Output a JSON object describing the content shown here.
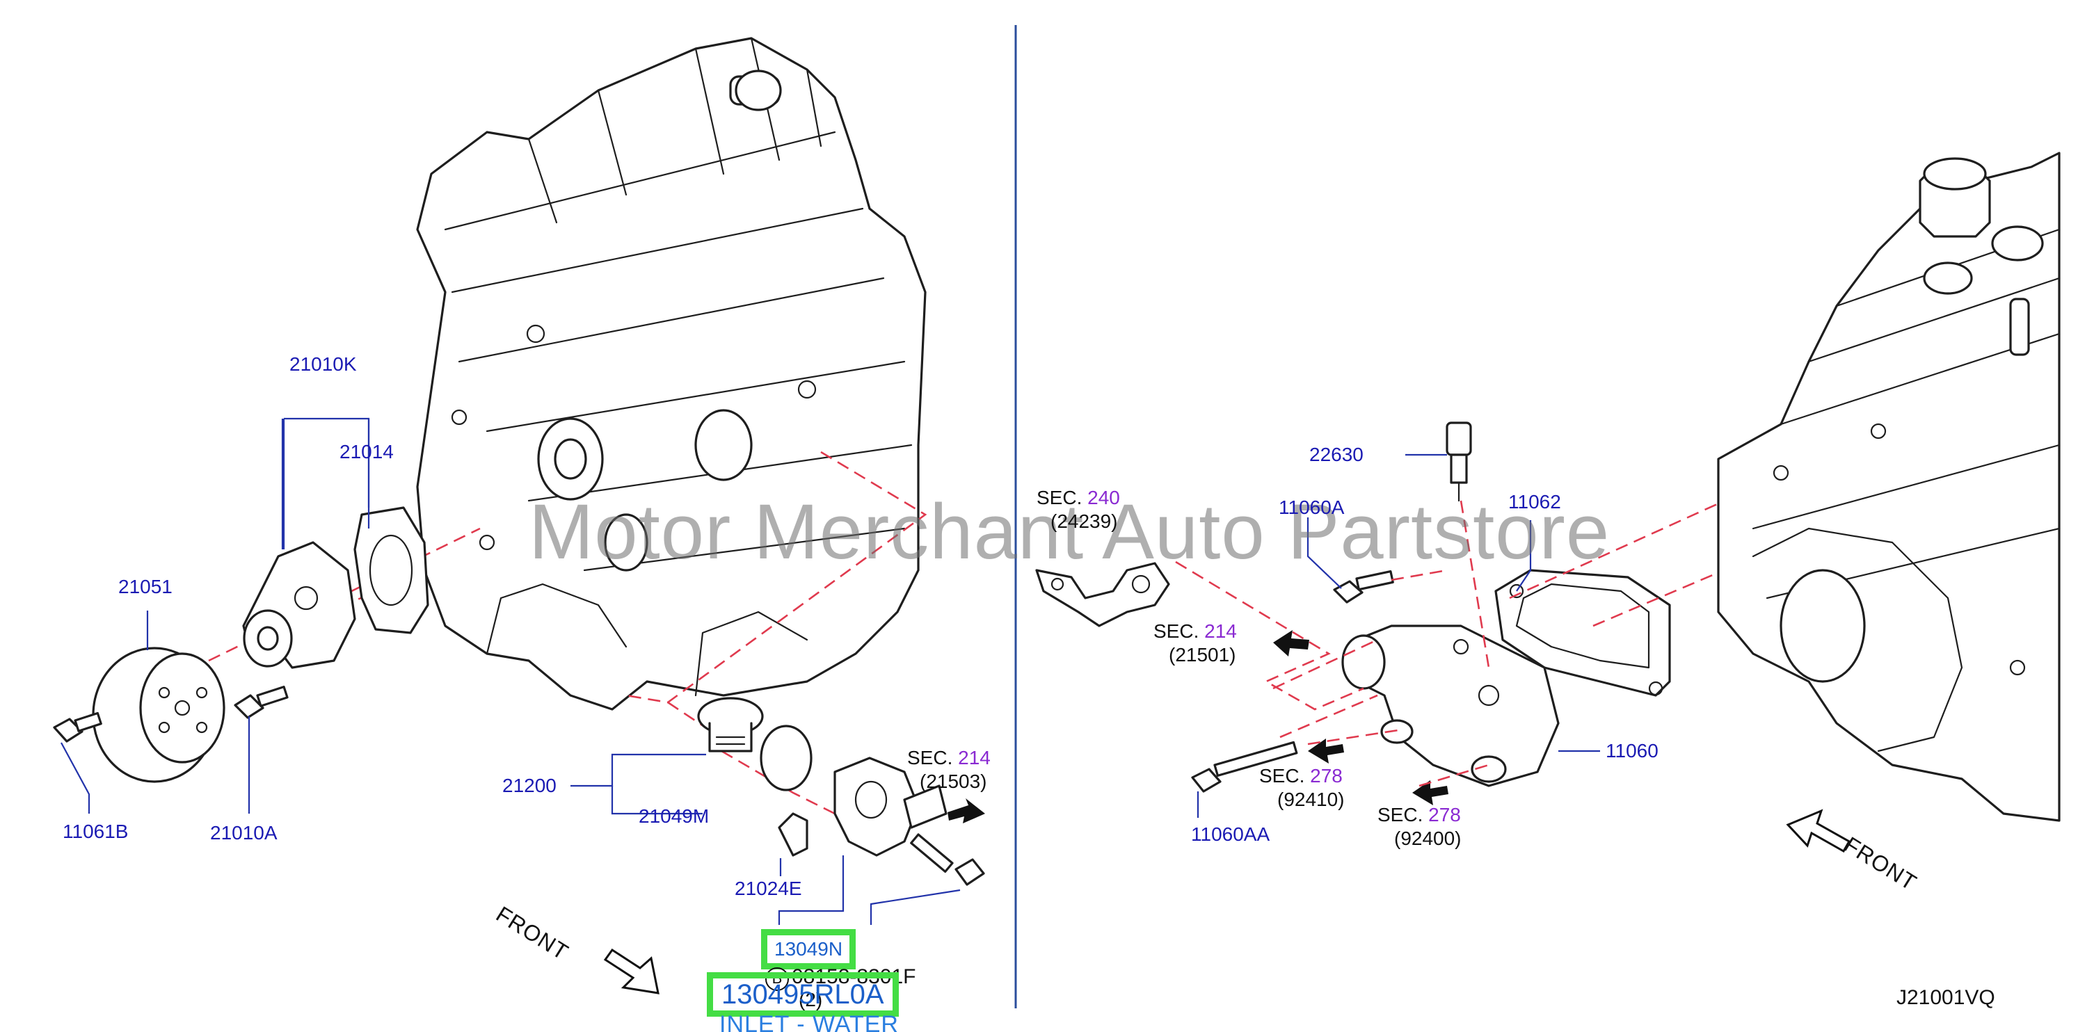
{
  "watermark": "Motor Merchant Auto Partstore",
  "diagram_code": "J21001VQ",
  "front_labels": [
    "FRONT",
    "FRONT"
  ],
  "left_panel": {
    "parts": {
      "p21010K": "21010K",
      "p21014": "21014",
      "p21051": "21051",
      "p11061B": "11061B",
      "p21010A": "21010A",
      "p21200": "21200",
      "p21049M": "21049M",
      "p21024E": "21024E",
      "p13049N": "13049N",
      "p08158": "08158-8301F",
      "p08158_circle": "B",
      "p08158_qty": "(2)"
    },
    "sec_214": {
      "prefix": "SEC.",
      "number": "214",
      "ref": "(21503)"
    }
  },
  "highlight": {
    "part_number": "13049N",
    "main_part_number": "130495RL0A",
    "description": "INLET - WATER"
  },
  "right_panel": {
    "parts": {
      "p22630": "22630",
      "p11060A": "11060A",
      "p11062": "11062",
      "p11060": "11060",
      "p11060AA": "11060AA"
    },
    "sec_240": {
      "prefix": "SEC.",
      "number": "240",
      "ref": "(24239)"
    },
    "sec_214": {
      "prefix": "SEC.",
      "number": "214",
      "ref": "(21501)"
    },
    "sec_278a": {
      "prefix": "SEC.",
      "number": "278",
      "ref": "(92410)"
    },
    "sec_278b": {
      "prefix": "SEC.",
      "number": "278",
      "ref": "(92400)"
    }
  },
  "colors": {
    "part_label": "#1b1bb3",
    "section_number": "#8a2ad2",
    "dashed_guides": "#e03a4e",
    "highlight_border": "#44dd44",
    "inlet_text": "#2b7fe0"
  }
}
